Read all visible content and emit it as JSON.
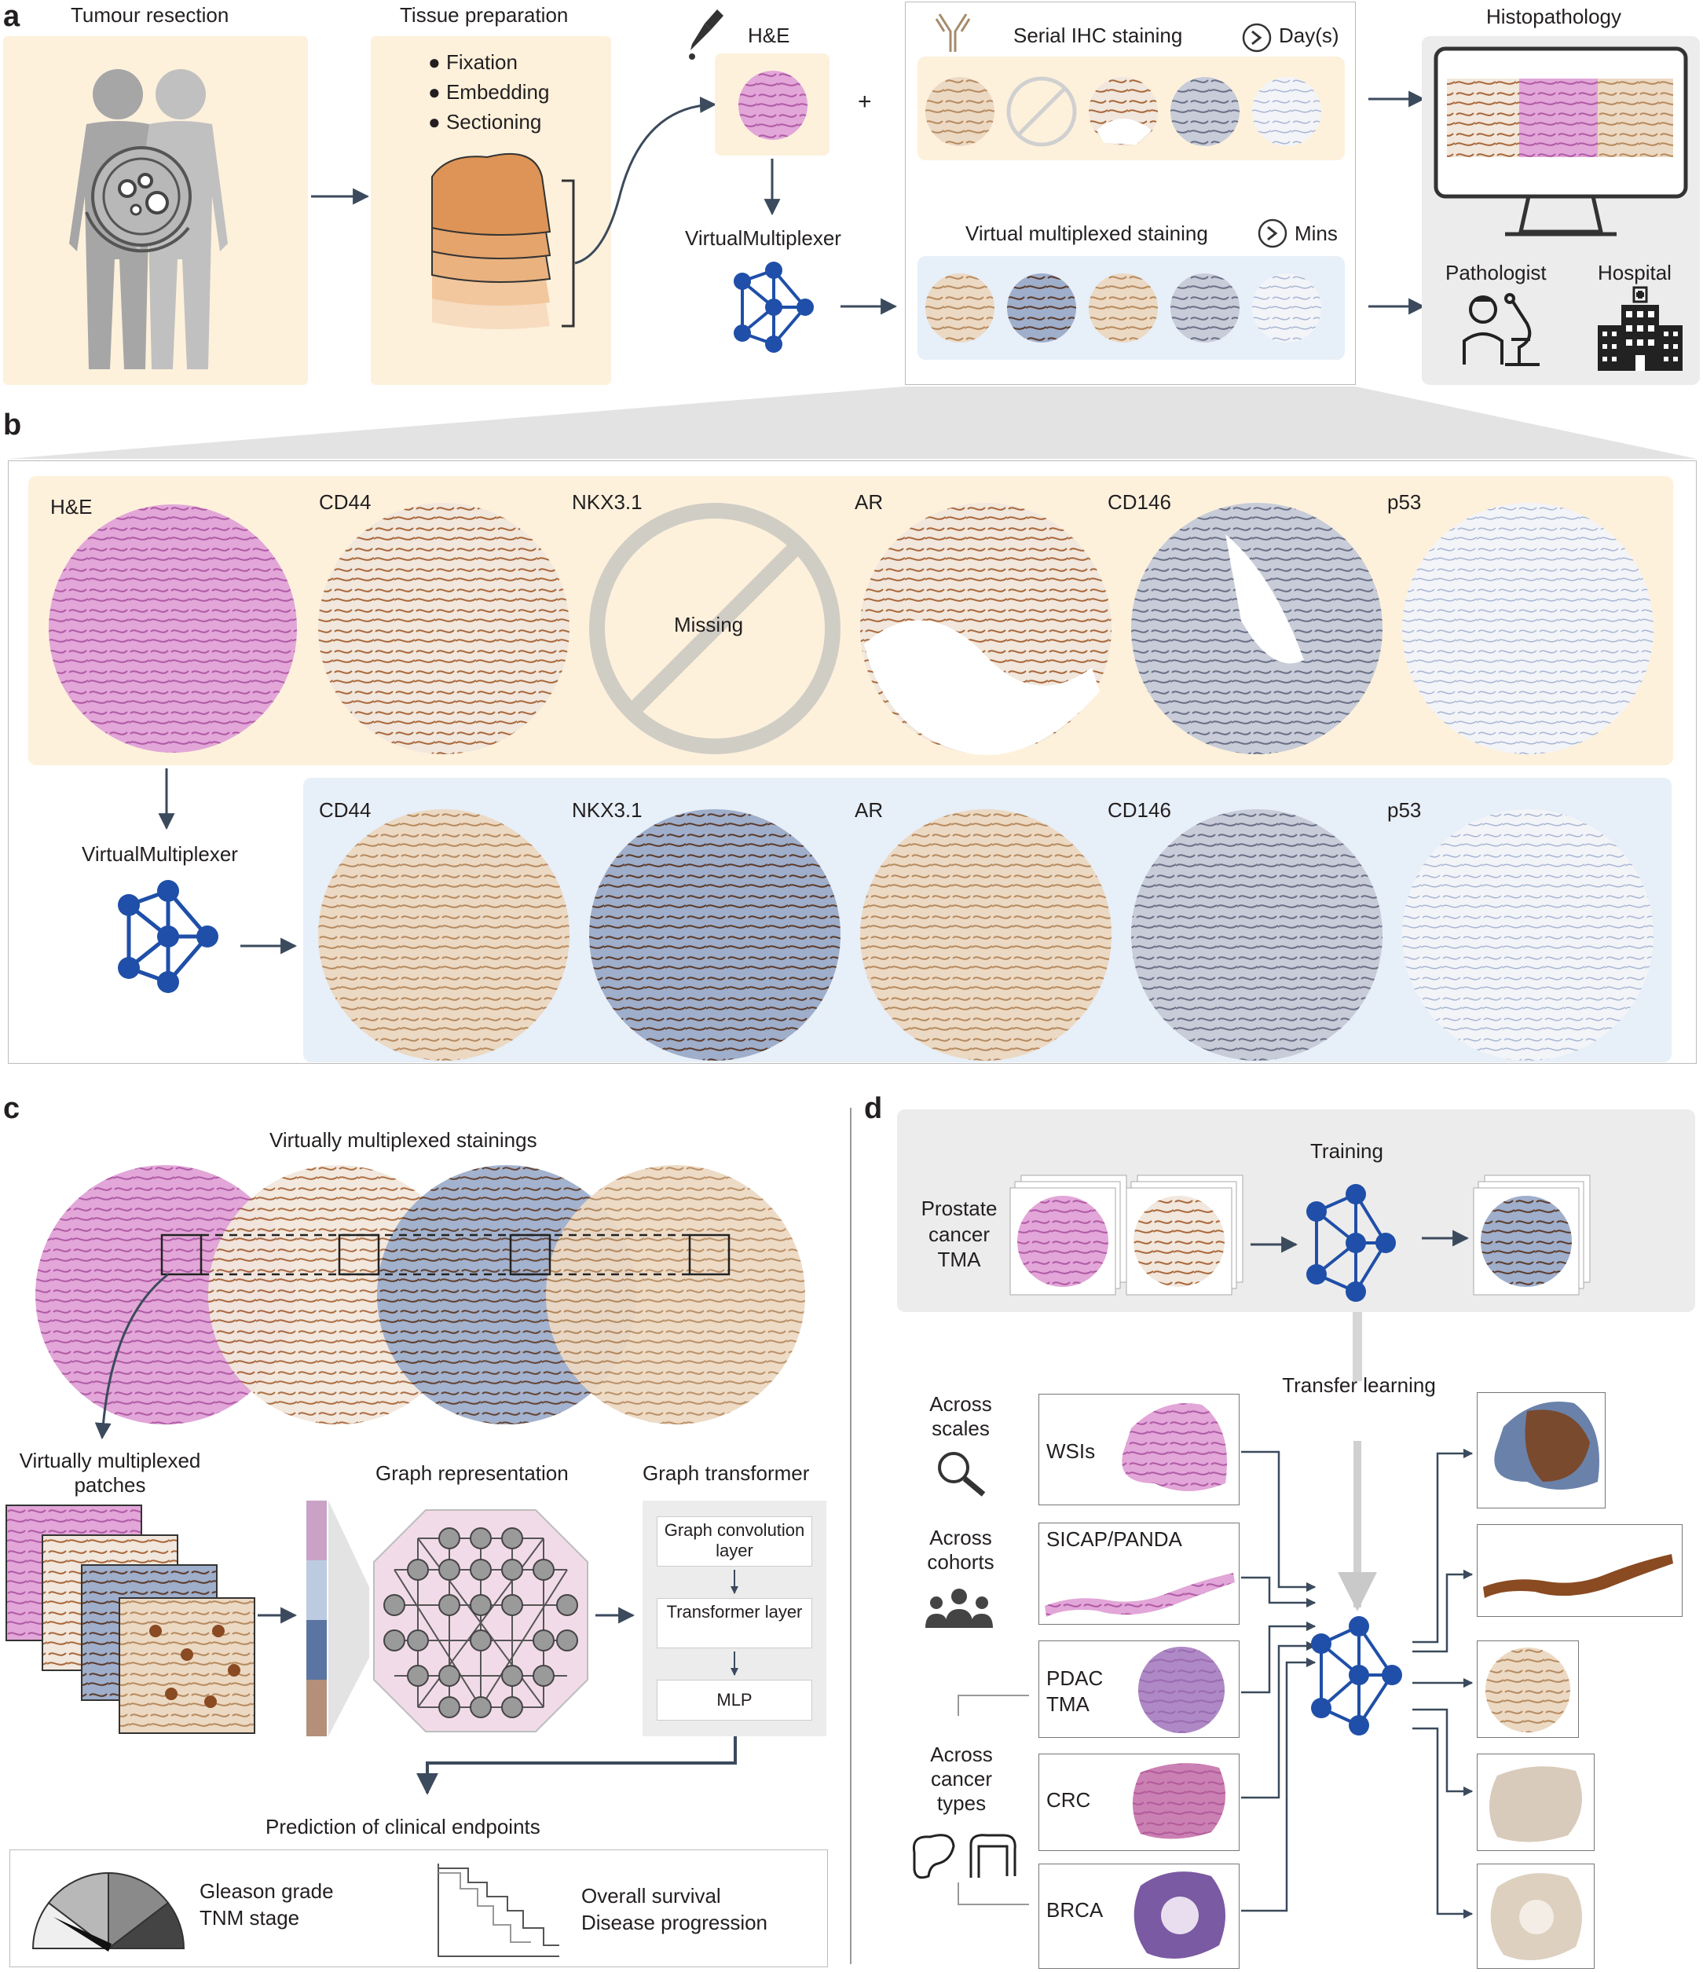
{
  "panels": {
    "a": "a",
    "b": "b",
    "c": "c",
    "d": "d"
  },
  "colors": {
    "cream": "#fdf1dc",
    "lightblue": "#e7eff8",
    "grey_panel": "#ececec",
    "he_pink": "#d98bc9",
    "dab_brown": "#a9673a",
    "hema_blue": "#6a83ad",
    "nn_blue": "#1f4fa8",
    "arrow": "#3b4a5c"
  },
  "a": {
    "tumour_resection": "Tumour resection",
    "tissue_preparation": "Tissue preparation",
    "steps": [
      "Fixation",
      "Embedding",
      "Sectioning"
    ],
    "he": "H&E",
    "plus": "+",
    "serial_ihc": "Serial IHC staining",
    "days": "Day(s)",
    "virtual_multiplexer": "VirtualMultiplexer",
    "virtual_staining": "Virtual multiplexed staining",
    "mins": "Mins",
    "histopathology": "Histopathology",
    "pathologist": "Pathologist",
    "hospital": "Hospital"
  },
  "b": {
    "he": "H&E",
    "markers": [
      "CD44",
      "NKX3.1",
      "AR",
      "CD146",
      "p53"
    ],
    "missing": "Missing",
    "virtual_multiplexer": "VirtualMultiplexer"
  },
  "c": {
    "title": "Virtually multiplexed stainings",
    "patches": "Virtually multiplexed patches",
    "graph_representation": "Graph representation",
    "graph_transformer": "Graph transformer",
    "layers": [
      "Graph convolution layer",
      "Transformer layer",
      "MLP"
    ],
    "prediction": "Prediction of clinical endpoints",
    "endpoints_left": [
      "Gleason grade",
      "TNM stage"
    ],
    "endpoints_right": [
      "Overall survival",
      "Disease progression"
    ]
  },
  "d": {
    "training": "Training",
    "prostate": "Prostate cancer TMA",
    "transfer": "Transfer learning",
    "across_scales": "Across scales",
    "across_cohorts": "Across cohorts",
    "across_types": "Across cancer types",
    "datasets": [
      "WSIs",
      "SICAP/PANDA",
      "PDAC TMA",
      "CRC",
      "BRCA"
    ]
  }
}
